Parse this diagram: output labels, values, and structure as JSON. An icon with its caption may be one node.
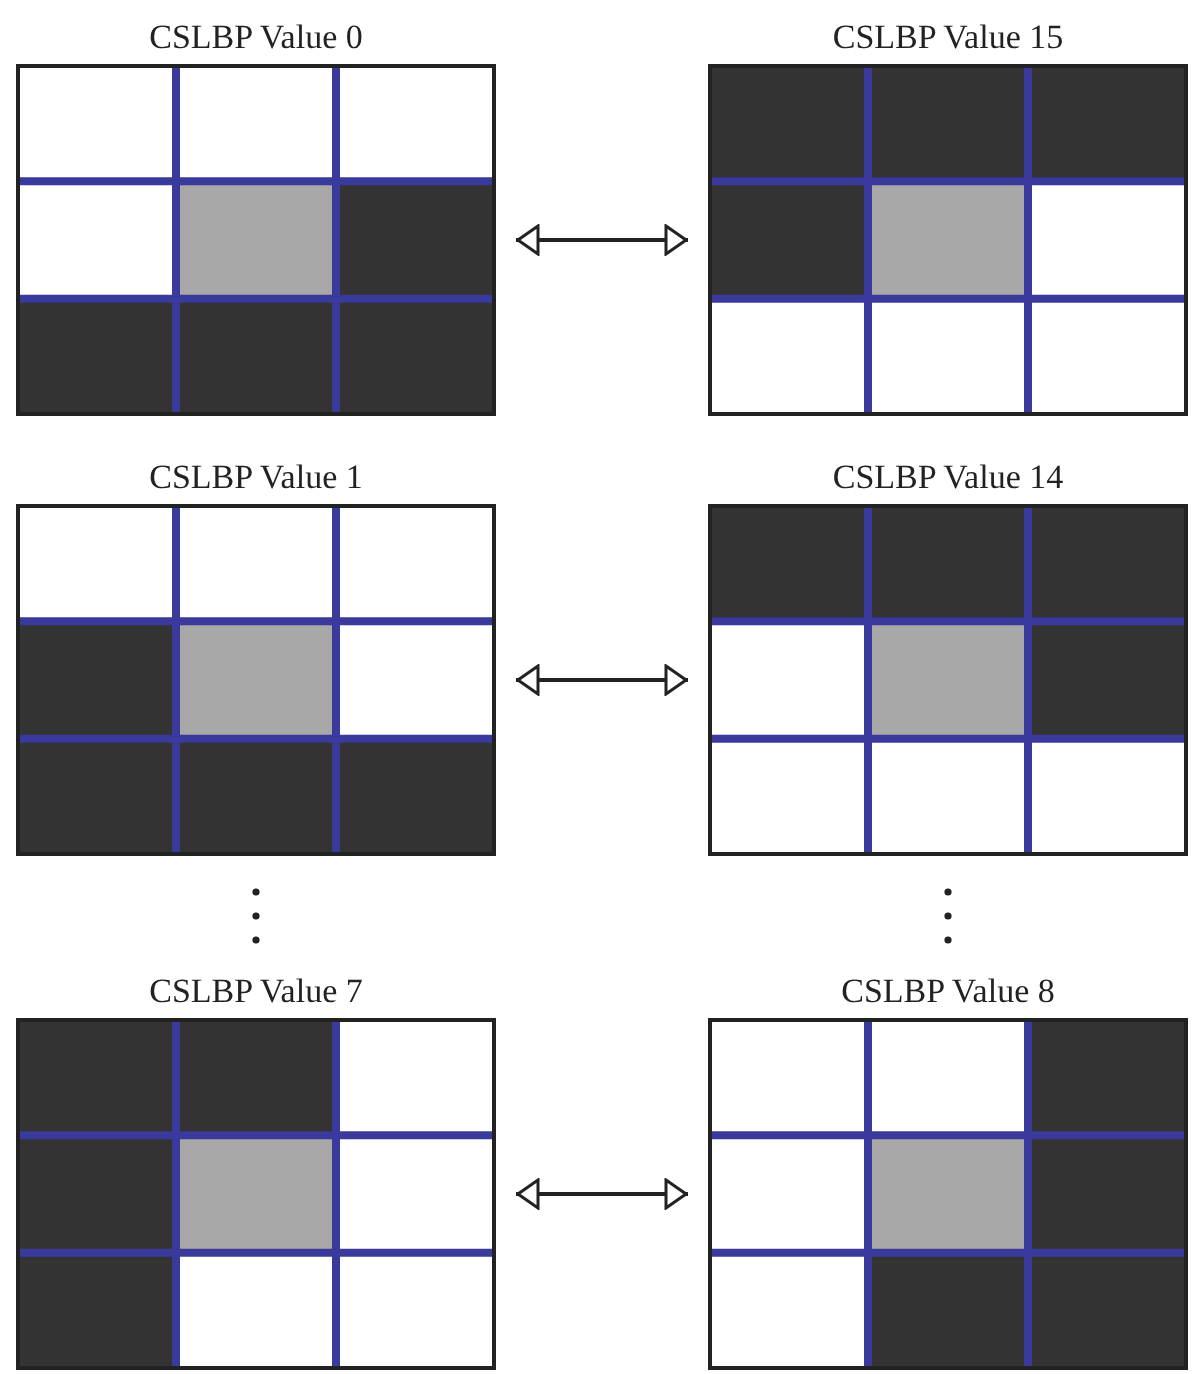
{
  "diagram": {
    "nodes": [
      {
        "text": [
          "CSLBP Value 0"
        ]
      },
      {
        "text": [
          "CSLBP Value 15"
        ]
      },
      {
        "text": [
          "CSLBP Value 1"
        ]
      },
      {
        "text": [
          "CSLBP Value 14"
        ]
      },
      {
        "text": [
          "CSLBP Value 7"
        ]
      },
      {
        "text": [
          "CSLBP Value 8"
        ]
      }
    ],
    "edges": [
      {
        "from": 0,
        "to": 1,
        "arrow": "both"
      },
      {
        "from": 2,
        "to": 3,
        "arrow": "both"
      },
      {
        "from": 4,
        "to": 5,
        "arrow": "both"
      }
    ]
  }
}
